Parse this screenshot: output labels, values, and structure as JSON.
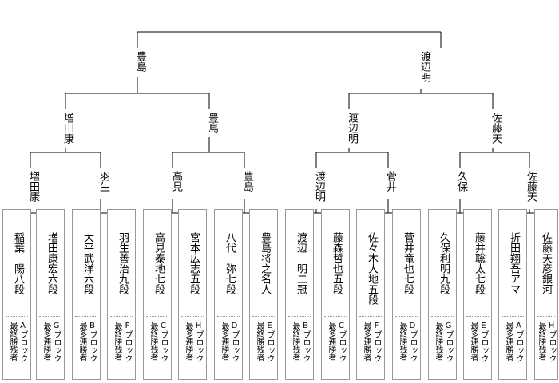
{
  "final": {
    "left": "豊島",
    "right": "渡辺明"
  },
  "semifinal": [
    "増田康",
    "豊島",
    "渡辺明",
    "佐藤天"
  ],
  "quarterfinal": [
    "増田康",
    "羽生",
    "高見",
    "豊島",
    "渡辺明",
    "菅井",
    "久保",
    "佐藤天"
  ],
  "players": [
    {
      "name": "稲葉　陽八段",
      "block": "Aブロック",
      "note": "最終勝残者"
    },
    {
      "name": "増田康宏六段",
      "block": "Gブロック",
      "note": "最多連勝者"
    },
    {
      "name": "大平武洋六段",
      "block": "Bブロック",
      "note": "最多連勝者"
    },
    {
      "name": "羽生善治九段",
      "block": "Fブロック",
      "note": "最終勝残者"
    },
    {
      "name": "高見泰地七段",
      "block": "Cブロック",
      "note": "最終勝残者"
    },
    {
      "name": "宮本広志五段",
      "block": "Hブロック",
      "note": "最多連勝者"
    },
    {
      "name": "八代　弥七段",
      "block": "Dブロック",
      "note": "最多連勝者"
    },
    {
      "name": "豊島将之名人",
      "block": "Eブロック",
      "note": "最終勝残者"
    },
    {
      "name": "渡辺　明二冠",
      "block": "Bブロック",
      "note": "最終勝残者"
    },
    {
      "name": "藤森哲也五段",
      "block": "Cブロック",
      "note": "最多連勝者"
    },
    {
      "name": "佐々木大地五段",
      "block": "Fブロック",
      "note": "最多連勝者"
    },
    {
      "name": "菅井竜也七段",
      "block": "Dブロック",
      "note": "最終勝残者"
    },
    {
      "name": "久保利明九段",
      "block": "Gブロック",
      "note": "最終勝残者"
    },
    {
      "name": "藤井聡太七段",
      "block": "Eブロック",
      "note": "最多連勝者"
    },
    {
      "name": "折田翔吾アマ",
      "block": "Aブロック",
      "note": "最多連勝者"
    },
    {
      "name": "佐藤天彦銀河",
      "block": "Hブロック",
      "note": "最終勝残者"
    }
  ]
}
